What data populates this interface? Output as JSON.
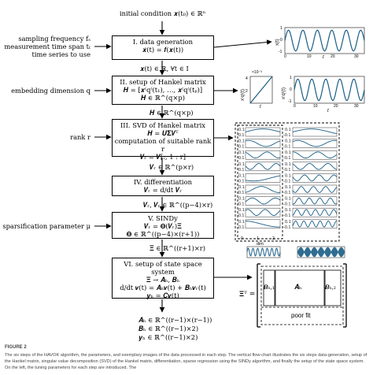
{
  "header": {
    "initial_condition": "initial condition 𝒙(t₀) ∈ ℝⁿ"
  },
  "inputs": {
    "sampling_1": "sampling frequency fₛ",
    "sampling_2": "measurement time span tₜ",
    "sampling_3": "time series to use",
    "embedding": "embedding dimension q",
    "rank": "rank r",
    "sparsification": "sparsification parameter μ"
  },
  "steps": [
    {
      "title": "I. data generation",
      "lines": [
        "𝒙̇(t) = 𝒇(𝒙(t))"
      ]
    },
    {
      "title": "II. setup of Hankel matrix",
      "lines": [
        "𝑯 = [𝒙⁽q⁾(t₁), …, 𝒙⁽q⁾(tₚ)]",
        "𝑯 ∈ ℝ^(q×p)"
      ]
    },
    {
      "title": "III. SVD of Hankel matrix",
      "lines": [
        "𝑯 = 𝑼𝚺𝑽ᵀ",
        "computation of suitable rank r",
        "𝑽ᵣ = 𝑽[:, 1 : r]"
      ]
    },
    {
      "title": "IV. differentiation",
      "lines": [
        "𝑽̇ᵣ = d/dt 𝑽ᵣ"
      ]
    },
    {
      "title": "V. SINDy",
      "lines": [
        "𝑽̇ᵣ = 𝚯(𝑽ᵣ)𝚵",
        "𝚯 ∈ ℝ^((p−4)×(r+1))"
      ]
    },
    {
      "title": "VI. setup of state space system",
      "lines": [
        "𝚵 → 𝑨ₕ, 𝑩ₕ",
        "d/dt 𝒗(t) = 𝑨ₕ𝒗(t) + 𝑩ₕ𝒗ᵣ(t)",
        "𝒚ₕ = 𝑪𝒗(t)"
      ]
    }
  ],
  "between": {
    "b1": "𝒙(t) ∈ ℝ, ∀t ∈ I",
    "b2": "𝑯 ∈ ℝ^(q×p)",
    "b3": "𝑽ᵣ ∈ ℝ^(p×r)",
    "b4": "𝑽̇ᵣ, 𝑽ᵣ ∈ ℝ^((p−4)×r)",
    "b5": "𝚵 ∈ ℝ^((r+1)×r)"
  },
  "outputs": [
    "𝑨ₕ ∈ ℝ^((r−1)×(r−1))",
    "𝑩ₕ ∈ ℝ^((r−1)×2)",
    "𝒚ₕ ∈ ℝ^((r−1)×2)"
  ],
  "plots": {
    "plot1": {
      "ylabel": "x(t)",
      "xlabel": "t",
      "xticks": [
        "0",
        "10",
        "20",
        "30"
      ],
      "yticks": [
        "1",
        "0",
        "-1"
      ]
    },
    "plot2": {
      "ylabel": "x⁽q⁾(t)",
      "xlabel": "t",
      "exponent": "×10⁻³",
      "yticks": [
        "4",
        "2"
      ]
    },
    "plot3": {
      "ylabel": "x⁽q⁾(t)",
      "xlabel": "t",
      "xticks": [
        "0",
        "10",
        "20",
        "30"
      ],
      "yticks": [
        "1",
        "0",
        "-1"
      ]
    },
    "svd_ylabel": "V",
    "svd_xlabel": "dim",
    "svd_ticks": [
      "0.1",
      "-0.1"
    ],
    "svd_bottom_ticks": [
      "0",
      "1",
      "2"
    ],
    "svd_row_count": 9
  },
  "xi_matrix": {
    "label": "𝚵ᵀ =",
    "b_left": "𝑩ₕ,₁",
    "a_center": "𝑨ₕ",
    "b_right": "𝑩ₕ,₂",
    "poor_fit": "poor fit"
  },
  "caption": {
    "figure": "FIGURE 2",
    "text": "The six steps of the HAVOK algorithm, the parameters, and exemplary images of the data processed in each step. The vertical flow-chart illustrates the six steps data-generation, setup of the Hankel matrix, singular value decomposition (SVD) of the Hankel matrix, differentiation, sparse regression using the SINDy algorithm, and finally the setup of the state space system. On the left, the tuning parameters for each step are introduced. The"
  },
  "colors": {
    "signal": "#1a5e86",
    "line": "#000000"
  }
}
